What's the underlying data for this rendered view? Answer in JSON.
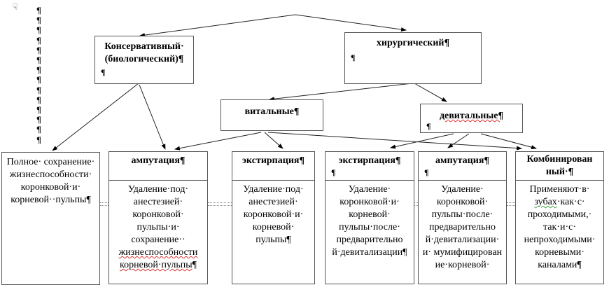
{
  "pilcrow": "¶",
  "top_nodes": {
    "conservative": {
      "line1": "Консервативный·",
      "line2": "(биологический)¶"
    },
    "surgical": "хирургический¶"
  },
  "mid_nodes": {
    "vital": "витальные¶",
    "devital": "девитальные¶"
  },
  "full_preservation": "Полное· сохранение· жизнеспособности· коронковой·и· корневой··пульпы¶",
  "methods": [
    {
      "title": "ампутация¶",
      "desc_pre": "Удаление·под· анестезией· коронковой· пульпы·и· сохранение··",
      "desc_sq": "жизнеспособности корневой·пульпы",
      "desc_post": "¶"
    },
    {
      "title": "экстирпация¶",
      "desc": "Удаление·под· анестезией· коронковой·и· корневой· пульпы¶"
    },
    {
      "title": "экстирпация¶",
      "desc": "Удаление· коронковой·и· корневой· пульпы·после· предварительно й·девитализации¶"
    },
    {
      "title": "ампутация¶",
      "desc": "Удаление· коронковой· пульпы·после· предварительно й·девитализации· и· мумифицирован ие·корневой·"
    },
    {
      "title": "Комбинирован ный·¶",
      "desc_pre": "Применяют·в· ",
      "desc_sq": "зубах",
      "desc_post": "·как·с· проходимыми,· так·и·с· непроходимыми· корневыми· каналами¶"
    }
  ]
}
